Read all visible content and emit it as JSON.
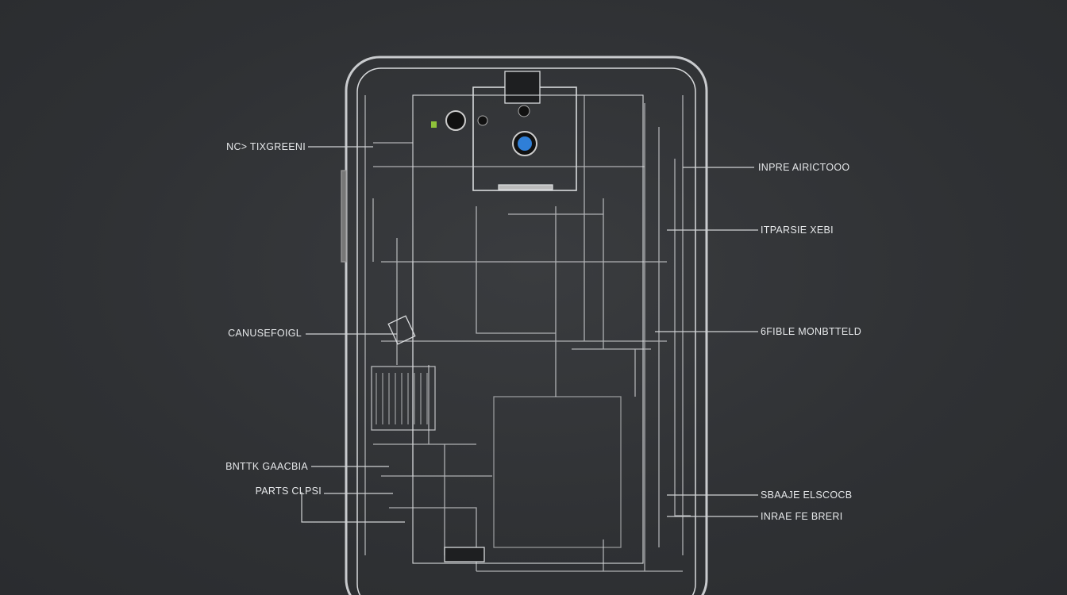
{
  "colors": {
    "background": "#2f3134",
    "outline": "#d8dadc",
    "lens": "#2f7fd8"
  },
  "labels_left": [
    {
      "text": "NC> TIXGREENI"
    },
    {
      "text": "CANUSEFOIGL"
    },
    {
      "text": "BNTTK GAACBIA"
    },
    {
      "text": "PARTS CLPSI"
    }
  ],
  "labels_right": [
    {
      "text": "INPRE AIRICTOOO"
    },
    {
      "text": "ITPARSIE XEBI"
    },
    {
      "text": "6FIBLE MONBTTELD"
    },
    {
      "text": "SBAAJE ELSCOCB"
    },
    {
      "text": "INRAE FE BRERI"
    }
  ]
}
